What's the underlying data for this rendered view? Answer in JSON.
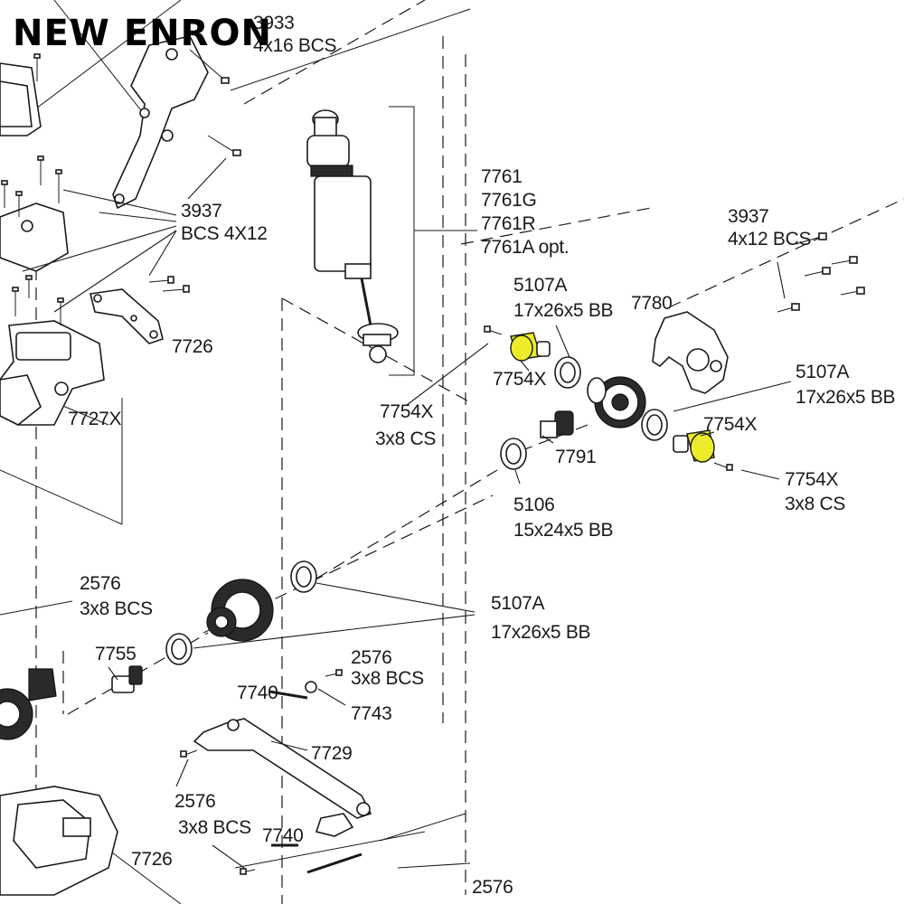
{
  "brand": "NEW ENRON",
  "highlight_color": "#ecec2a",
  "callouts": {
    "c3933": [
      "3933",
      "4x16 BCS"
    ],
    "c3937_left": [
      "3937",
      "BCS 4X12"
    ],
    "c7726_top": [
      "7726"
    ],
    "c7727x": [
      "7727X"
    ],
    "c7761": [
      "7761",
      "7761G",
      "7761R",
      "7761A opt."
    ],
    "c3937_right": [
      "3937",
      "4x12 BCS"
    ],
    "c5107a_top": [
      "5107A",
      "17x26x5 BB"
    ],
    "c7780": [
      "7780"
    ],
    "c7754x_left": [
      "7754X"
    ],
    "c7754x_cs_left": [
      "7754X",
      "3x8 CS"
    ],
    "c5107a_right": [
      "5107A",
      "17x26x5 BB"
    ],
    "c7754x_right": [
      "7754X"
    ],
    "c7791": [
      "7791"
    ],
    "c7754x_cs_right": [
      "7754X",
      "3x8 CS"
    ],
    "c5106": [
      "5106",
      "15x24x5 BB"
    ],
    "c2576_left": [
      "2576",
      "3x8 BCS"
    ],
    "c5107a_mid": [
      "5107A",
      "17x26x5 BB"
    ],
    "c7755": [
      "7755"
    ],
    "c2576_mid": [
      "2576",
      "3x8 BCS"
    ],
    "c7740_top": [
      "7740"
    ],
    "c7743": [
      "7743"
    ],
    "c7729": [
      "7729"
    ],
    "c2576_low": [
      "2576",
      "3x8 BCS"
    ],
    "c7740_bottom": [
      "7740"
    ],
    "c7726_bottom": [
      "7726"
    ],
    "c2576_bottom": [
      "2576"
    ]
  }
}
